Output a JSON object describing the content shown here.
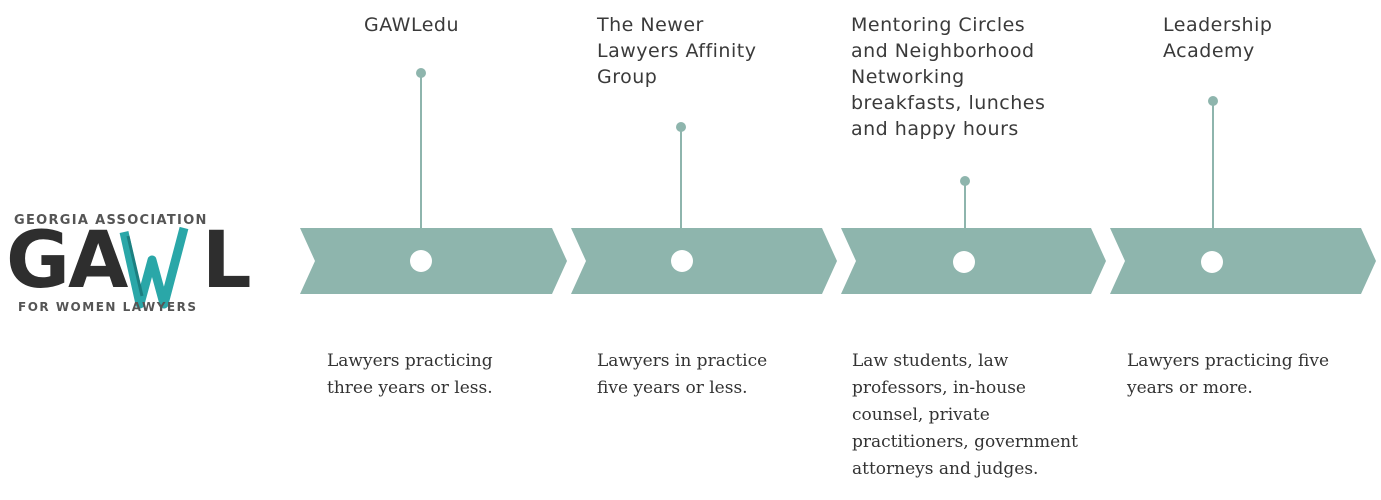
{
  "logo": {
    "top_text": "Georgia Association",
    "letters": "GAWL",
    "bottom_text": "For Women Lawyers",
    "accent_color": "#2aa7a8"
  },
  "colors": {
    "band": "#8eb5ad",
    "dot": "#ffffff"
  },
  "timeline": [
    {
      "title": "GAWLedu",
      "description": "Lawyers practicing\nthree years or less."
    },
    {
      "title": "The Newer\nLawyers Affinity\nGroup",
      "description": "Lawyers in practice\nfive years or less."
    },
    {
      "title": "Mentoring Circles\nand Neighborhood\nNetworking\nbreakfasts, lunches\nand happy hours",
      "description": "Law students, law\nprofessors, in-house\ncounsel, private\npractitioners, government\nattorneys and judges."
    },
    {
      "title": "Leadership\nAcademy",
      "description": "Lawyers practicing five\nyears or more."
    }
  ]
}
